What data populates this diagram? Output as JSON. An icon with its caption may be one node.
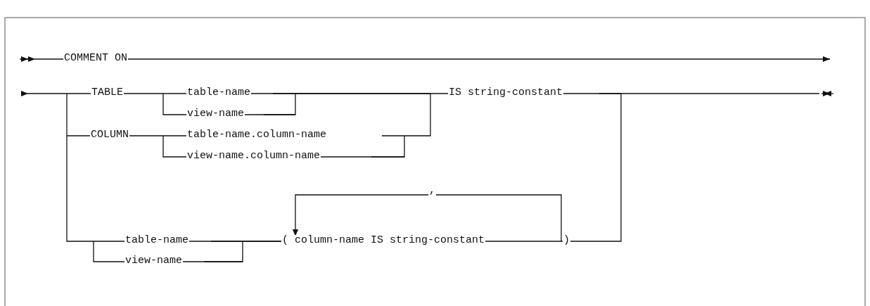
{
  "diagram": {
    "labels": [
      "COMMENT ON",
      "TABLE",
      "table-name",
      "IS string-constant",
      "view-name",
      "COLUMN",
      "table-name.column-name",
      "view-name.column-name",
      ",",
      "table-name",
      "( column-name IS string-constant",
      ")",
      "view-name"
    ]
  }
}
